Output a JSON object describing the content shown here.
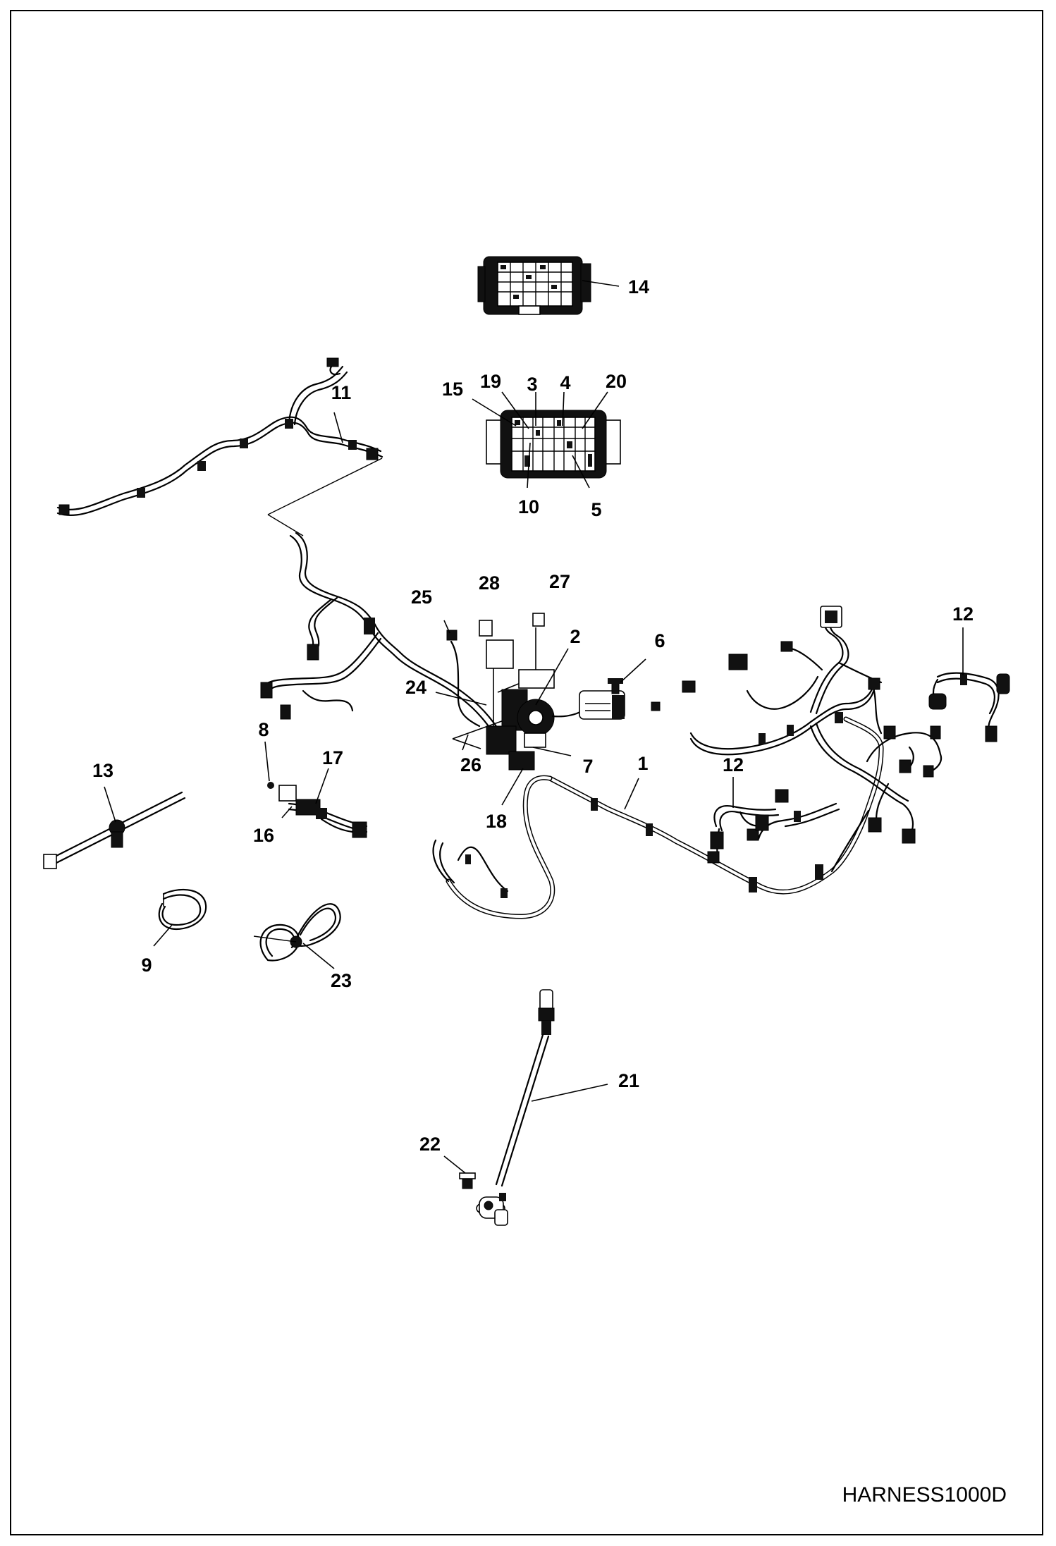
{
  "drawing_code": "HARNESS1000D",
  "callouts": [
    "1",
    "2",
    "3",
    "4",
    "5",
    "6",
    "7",
    "8",
    "9",
    "10",
    "11",
    "12",
    "12",
    "13",
    "14",
    "15",
    "16",
    "17",
    "18",
    "19",
    "20",
    "21",
    "22",
    "23",
    "24",
    "25",
    "26",
    "27",
    "28"
  ],
  "colors": {
    "line": "#000000",
    "background": "#ffffff"
  }
}
